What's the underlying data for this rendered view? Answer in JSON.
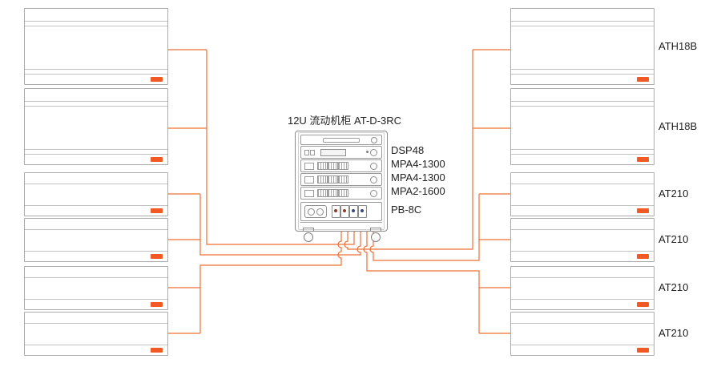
{
  "title": "12U 流动机柜 AT-D-3RC",
  "colors": {
    "wire": "#EE7036",
    "badge": "#F15A24",
    "cabinet": "#ABABAB",
    "rack": "#8A8A8A",
    "label": "#222222"
  },
  "rack_units": [
    {
      "label": "DSP48"
    },
    {
      "label": "MPA4-1300"
    },
    {
      "label": "MPA4-1300"
    },
    {
      "label": "MPA2-1600"
    },
    {
      "label": "PB-8C"
    }
  ],
  "right_speaker_labels": [
    "ATH18B",
    "ATH18B",
    "AT210",
    "AT210",
    "AT210",
    "AT210"
  ]
}
